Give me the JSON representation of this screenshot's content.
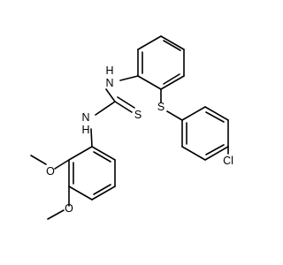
{
  "molecule": {
    "atoms": {
      "n1": "H\nN",
      "n2": "N\nH",
      "s_thione": "S",
      "s_bridge": "S",
      "cl": "Cl",
      "o1": "O",
      "o2": "O"
    },
    "labels": {
      "n1_n": "N",
      "n1_h": "H",
      "n2_n": "N",
      "n2_h": "H",
      "s_thione": "S",
      "s_bridge": "S",
      "cl": "Cl",
      "o1": "O",
      "o2": "O"
    }
  }
}
